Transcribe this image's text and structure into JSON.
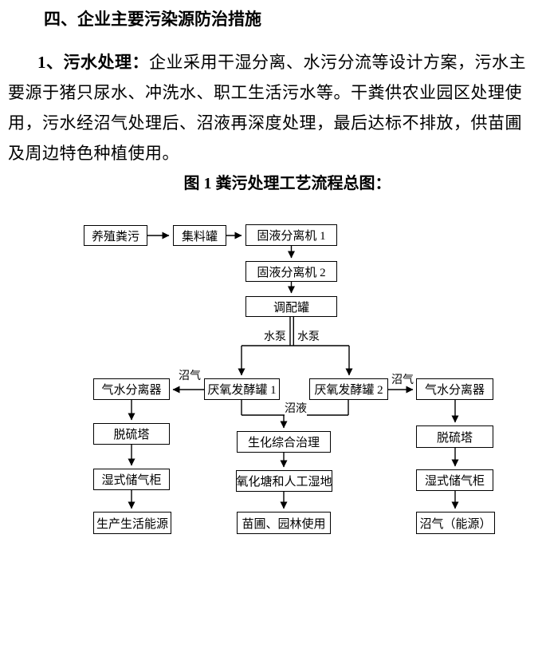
{
  "page": {
    "background": "#ffffff",
    "text_color": "#000000"
  },
  "document": {
    "heading": "四、企业主要污染源防治措施",
    "paragraph": {
      "lead_bold": "1、污水处理：",
      "line1_rest": "企业采用干湿分离、水污分流等设计方案，污水主",
      "line2": "要源于猪只尿水、冲洗水、职工生活污水等。干粪供农业园区处理使",
      "line3": "用，污水经沼气处理后、沼液再深度处理，最后达标不排放，供苗圃",
      "line4": "及周边特色种植使用。"
    },
    "figure_caption": "图 1 粪污处理工艺流程总图："
  },
  "flowchart": {
    "nodes": {
      "breeding_waste": "养殖粪污",
      "collection_tank": "集料罐",
      "solid_liquid_separator_1": "固液分离机 1",
      "solid_liquid_separator_2": "固液分离机 2",
      "blending_tank": "调配罐",
      "anaerobic_fermenter_1": "厌氧发酵罐 1",
      "anaerobic_fermenter_2": "厌氧发酵罐 2",
      "gas_water_separator_left": "气水分离器",
      "gas_water_separator_right": "气水分离器",
      "desulfurization_tower_left": "脱硫塔",
      "desulfurization_tower_right": "脱硫塔",
      "wet_gas_holder_left": "湿式储气柜",
      "wet_gas_holder_right": "湿式储气柜",
      "production_living_energy": "生产生活能源",
      "biogas_energy": "沼气（能源）",
      "biochemical_treatment": "生化综合治理",
      "oxidation_pond_wetland": "氧化塘和人工湿地",
      "nursery_garden_use": "苗圃、园林使用"
    },
    "edge_labels": {
      "pump_left": "水泵",
      "pump_right": "水泵",
      "biogas_left": "沼气",
      "biogas_right": "沼气",
      "slurry": "沼液"
    }
  }
}
